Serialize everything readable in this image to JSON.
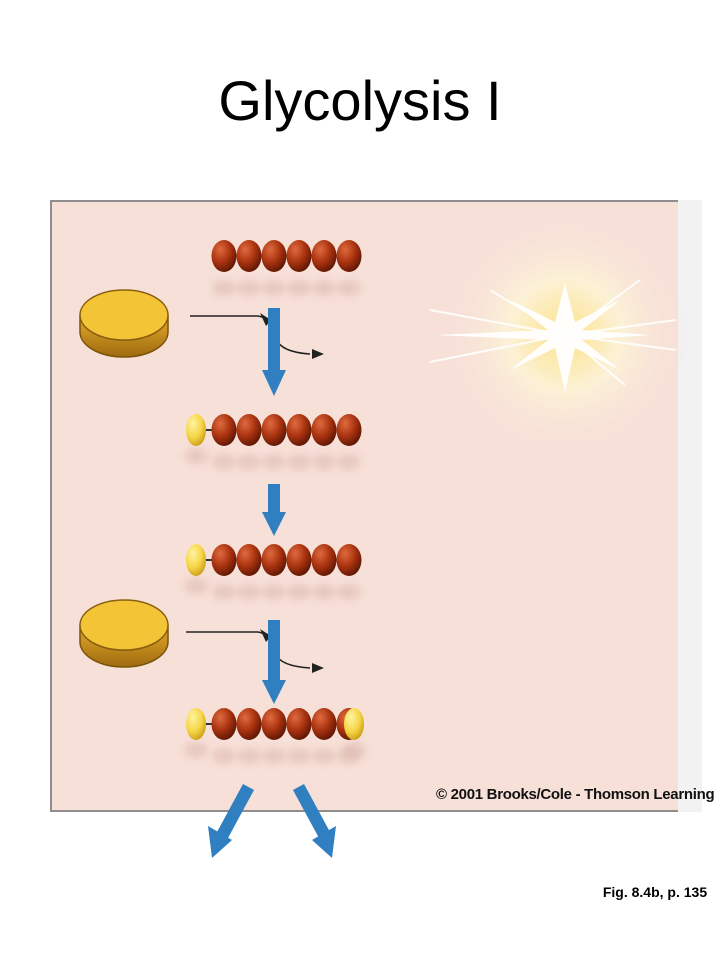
{
  "title": "Glycolysis I",
  "copyright": "© 2001 Brooks/Cole - Thomson Learning",
  "figure_ref": "Fig. 8.4b, p. 135",
  "colors": {
    "background": "#f7e0d8",
    "carbon_bead": "#a8320f",
    "phosphate": "#f5d444",
    "cofactor_disc": "#f4c437",
    "arrow": "#2f7fc1"
  }
}
